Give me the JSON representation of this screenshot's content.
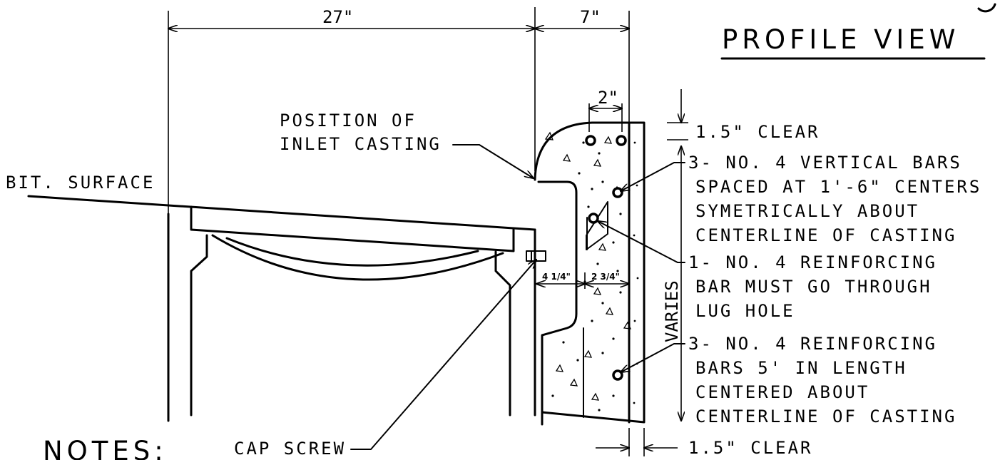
{
  "title": "PROFILE VIEW",
  "dimensions": {
    "width_27": "27\"",
    "width_7": "7\"",
    "bar_spacing_2": "2\"",
    "dim_4_1_4": "4 1/4\"",
    "dim_2_3_4": "2 3/4\"",
    "varies": "VARIES"
  },
  "labels": {
    "position_line1": "POSITION OF",
    "position_line2": "INLET CASTING",
    "bit_surface": "BIT. SURFACE",
    "cap_screw": "CAP SCREW",
    "notes": "NOTES:"
  },
  "callouts": {
    "clear_top": "1.5\" CLEAR",
    "vertical_bars": [
      "3- NO. 4 VERTICAL BARS",
      "SPACED AT 1'-6\" CENTERS",
      "SYMETRICALLY ABOUT",
      "CENTERLINE OF CASTING"
    ],
    "lug_bar": [
      "1- NO. 4 REINFORCING",
      "BAR MUST GO THROUGH",
      "LUG HOLE"
    ],
    "length_bars": [
      "3- NO. 4 REINFORCING",
      "BARS 5' IN LENGTH",
      "CENTERED ABOUT",
      "CENTERLINE OF CASTING"
    ],
    "clear_bottom": "1.5\" CLEAR"
  }
}
